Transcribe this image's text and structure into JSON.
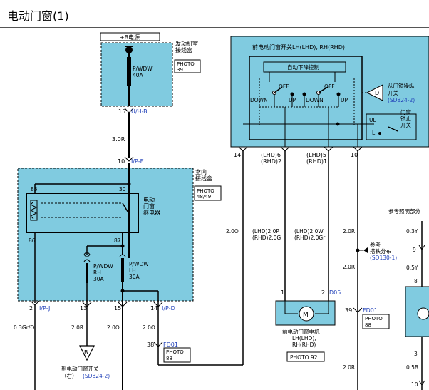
{
  "title": "电动门窗(1)",
  "colors": {
    "box_fill": "#80cbe0",
    "wire": "#000000",
    "link_text": "#1f3fb8"
  },
  "power": {
    "label": "+B电源",
    "box_name_1": "发动机室",
    "box_name_2": "接线盒",
    "photo": "PHOTO",
    "photo_no": "39",
    "fuse_1": "P/WDW",
    "fuse_2": "40A",
    "pin": "15",
    "conn": "U/H-B"
  },
  "wire_1": "3.0R",
  "indoor": {
    "pin_top": "10",
    "conn_top": "I/P-E",
    "name_1": "室内",
    "name_2": "接线盒",
    "photo": "PHOTO",
    "photo_no": "48/49",
    "relay_1": "电动",
    "relay_2": "门窗",
    "relay_3": "继电器",
    "p85": "85",
    "p30": "30",
    "p86": "86",
    "p87": "87",
    "f_rh_1": "P/WDW",
    "f_rh_2": "RH",
    "f_rh_3": "30A",
    "f_lh_1": "P/WDW",
    "f_lh_2": "LH",
    "f_lh_3": "30A",
    "b2": "2",
    "b2_conn": "I/P-J",
    "b13": "13",
    "b15": "15",
    "b14": "14",
    "b14_conn": "I/P-D"
  },
  "wires_left": {
    "w_grO": "0.3Gr/O",
    "w_2R": "2.0R",
    "w_2O_a": "2.0O",
    "w_2O_b": "2.0O"
  },
  "fd01_left": {
    "pin": "38",
    "conn": "FD01",
    "photo": "PHOTO",
    "photo_no": "88"
  },
  "ref_b": {
    "letter": "B",
    "text_1": "到电动门窗开关",
    "text_2": "（右）",
    "link": "(SD824-2)"
  },
  "switch": {
    "title": "前电动门窗开关LH(LHD), RH(RHD)",
    "auto": "自动下降控制",
    "off1": "OFF",
    "off2": "OFF",
    "down1": "DOWN",
    "up1": "UP",
    "down2": "DOWN",
    "up2": "UP",
    "pin14": "14",
    "lhd6": "(LHD)6",
    "rhd2": "(RHD)2",
    "lhd5": "(LHD)5",
    "rhd1": "(RHD)1",
    "pin10": "10",
    "lock_1": "门窗",
    "lock_2": "锁止",
    "lock_3": "开关",
    "ul": "UL",
    "l": "L"
  },
  "ref_d": {
    "letter": "D",
    "text_1": "从门锁操纵",
    "text_2": "开关",
    "link": "(SD824-2)"
  },
  "wires_mid": {
    "w_2O": "2.0O",
    "w1_a": "(LHD)2.0P",
    "w1_b": "(RHD)2.0G",
    "w2_a": "(LHD)2.0W",
    "w2_b": "(RHD)2.0Gr",
    "w_2R_a": "2.0R",
    "w_2R_b": "2.0R",
    "w_2R_c": "2.0R"
  },
  "ground_ref": {
    "text_1": "参考",
    "text_2": "搭铁分布",
    "link": "(SD130-1)"
  },
  "motor": {
    "p1": "1",
    "p2": "2",
    "conn": "D05",
    "m": "M",
    "name_1": "前电动门窗电机",
    "name_2": "LH(LHD),",
    "name_3": "RH(RHD)",
    "photo": "PHOTO 92"
  },
  "fd01_right": {
    "pin": "39",
    "conn": "FD01",
    "photo": "PHOTO",
    "photo_no": "88"
  },
  "illum": {
    "label": "参考照明部分",
    "w1": "0.3Y",
    "p9": "9",
    "w2": "0.5Y",
    "p8": "8",
    "p3": "3",
    "w3": "0.5B",
    "p10": "10"
  }
}
